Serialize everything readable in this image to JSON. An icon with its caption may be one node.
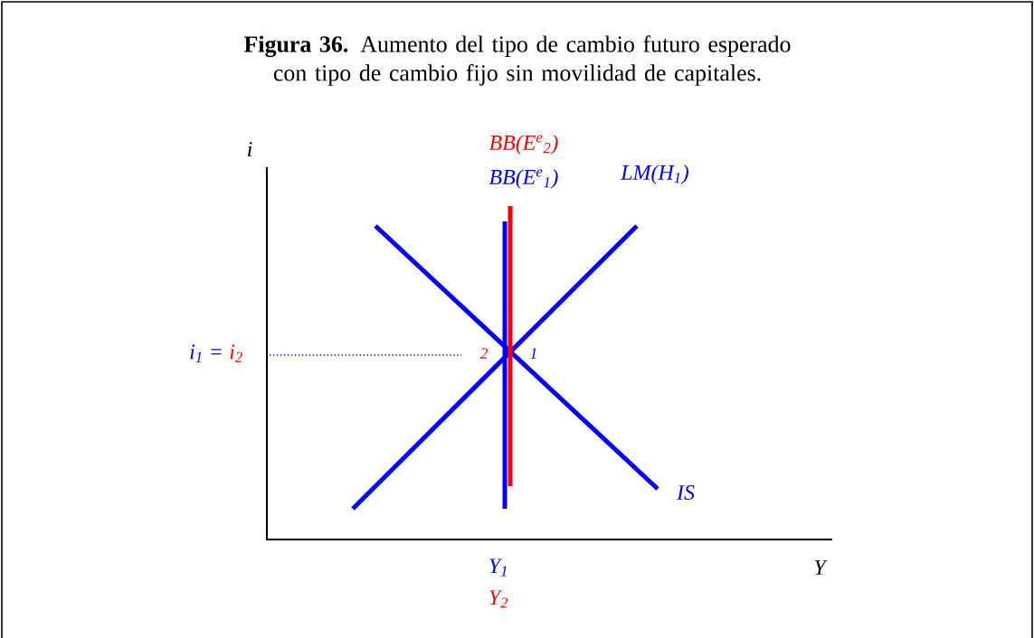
{
  "diagram": {
    "title": "**Figura  36.** Aumento del tipo de cambio futuro esperado con tipo de cambio fijo sin movilidad de capitales.",
    "labels": [
      "i",
      "BB(E$^{e}$$_{2}$)",
      "BB(E$^{e}$$_{1}$)",
      "LM(H$_{1}$)",
      "i$_{1}$ =",
      "i$_{2}$",
      "2",
      "1",
      "IS",
      "Y$_{1}$",
      "Y",
      "Y$_{2}$"
    ]
  }
}
